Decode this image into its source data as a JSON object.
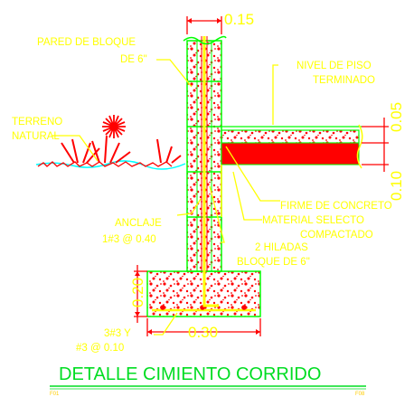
{
  "drawing": {
    "title": "DETALLE CIMIENTO CORRIDO",
    "footer_left": "F01",
    "footer_right": "F08",
    "labels": {
      "pared_line1": "PARED DE BLOQUE",
      "pared_line2": "DE 6\"",
      "nivel_line1": "NIVEL DE PISO",
      "nivel_line2": "TERMINADO",
      "terreno_line1": "TERRENO",
      "terreno_line2": "NATURAL",
      "firme": "FIRME DE CONCRETO",
      "material_line1": "MATERIAL SELECTO",
      "material_line2": "COMPACTADO",
      "anclaje_line1": "ANCLAJE",
      "anclaje_line2": "1#3 @ 0.40",
      "hiladas_line1": "2 HILADAS",
      "hiladas_line2": "BLOQUE DE 6\"",
      "refuerzo_line1": "3#3 Y",
      "refuerzo_line2": "#3 @ 0.10"
    },
    "dimensions": {
      "wall_width": "0.15",
      "floor_finish": "0.05",
      "slab": "0.10",
      "footing_height": "0.20",
      "footing_width": "0.30"
    },
    "colors": {
      "background": "#ffffff",
      "annotation": "#ffff00",
      "outline": "#00ff00",
      "concrete_fill": "#ff0000",
      "ground_line": "#00ffff",
      "title": "#00dd22"
    }
  }
}
